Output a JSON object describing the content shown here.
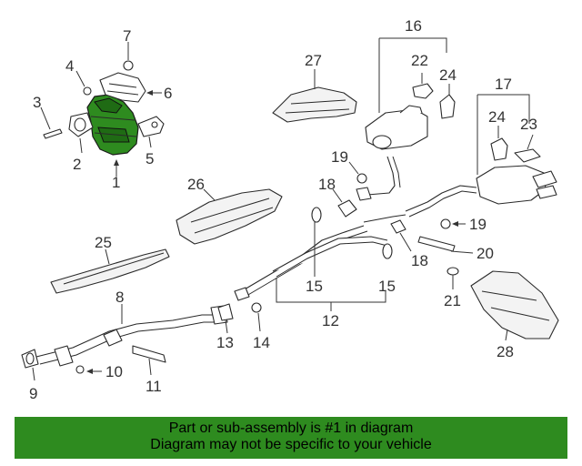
{
  "callouts": {
    "c1": "1",
    "c2": "2",
    "c3": "3",
    "c4": "4",
    "c5": "5",
    "c6": "6",
    "c7": "7",
    "c8": "8",
    "c9": "9",
    "c10": "10",
    "c11": "11",
    "c12": "12",
    "c13": "13",
    "c14": "14",
    "c15a": "15",
    "c15b": "15",
    "c16": "16",
    "c17": "17",
    "c18a": "18",
    "c18b": "18",
    "c19a": "19",
    "c19b": "19",
    "c20": "20",
    "c21": "21",
    "c22": "22",
    "c23": "23",
    "c24a": "24",
    "c24b": "24",
    "c25": "25",
    "c26": "26",
    "c27": "27",
    "c28": "28"
  },
  "footer": {
    "line1": "Part or sub-assembly is #1 in diagram",
    "line2": "Diagram may not be specific to your vehicle"
  },
  "colors": {
    "highlight": "#2e8b1f",
    "footer_bg": "#2e8b1f"
  }
}
